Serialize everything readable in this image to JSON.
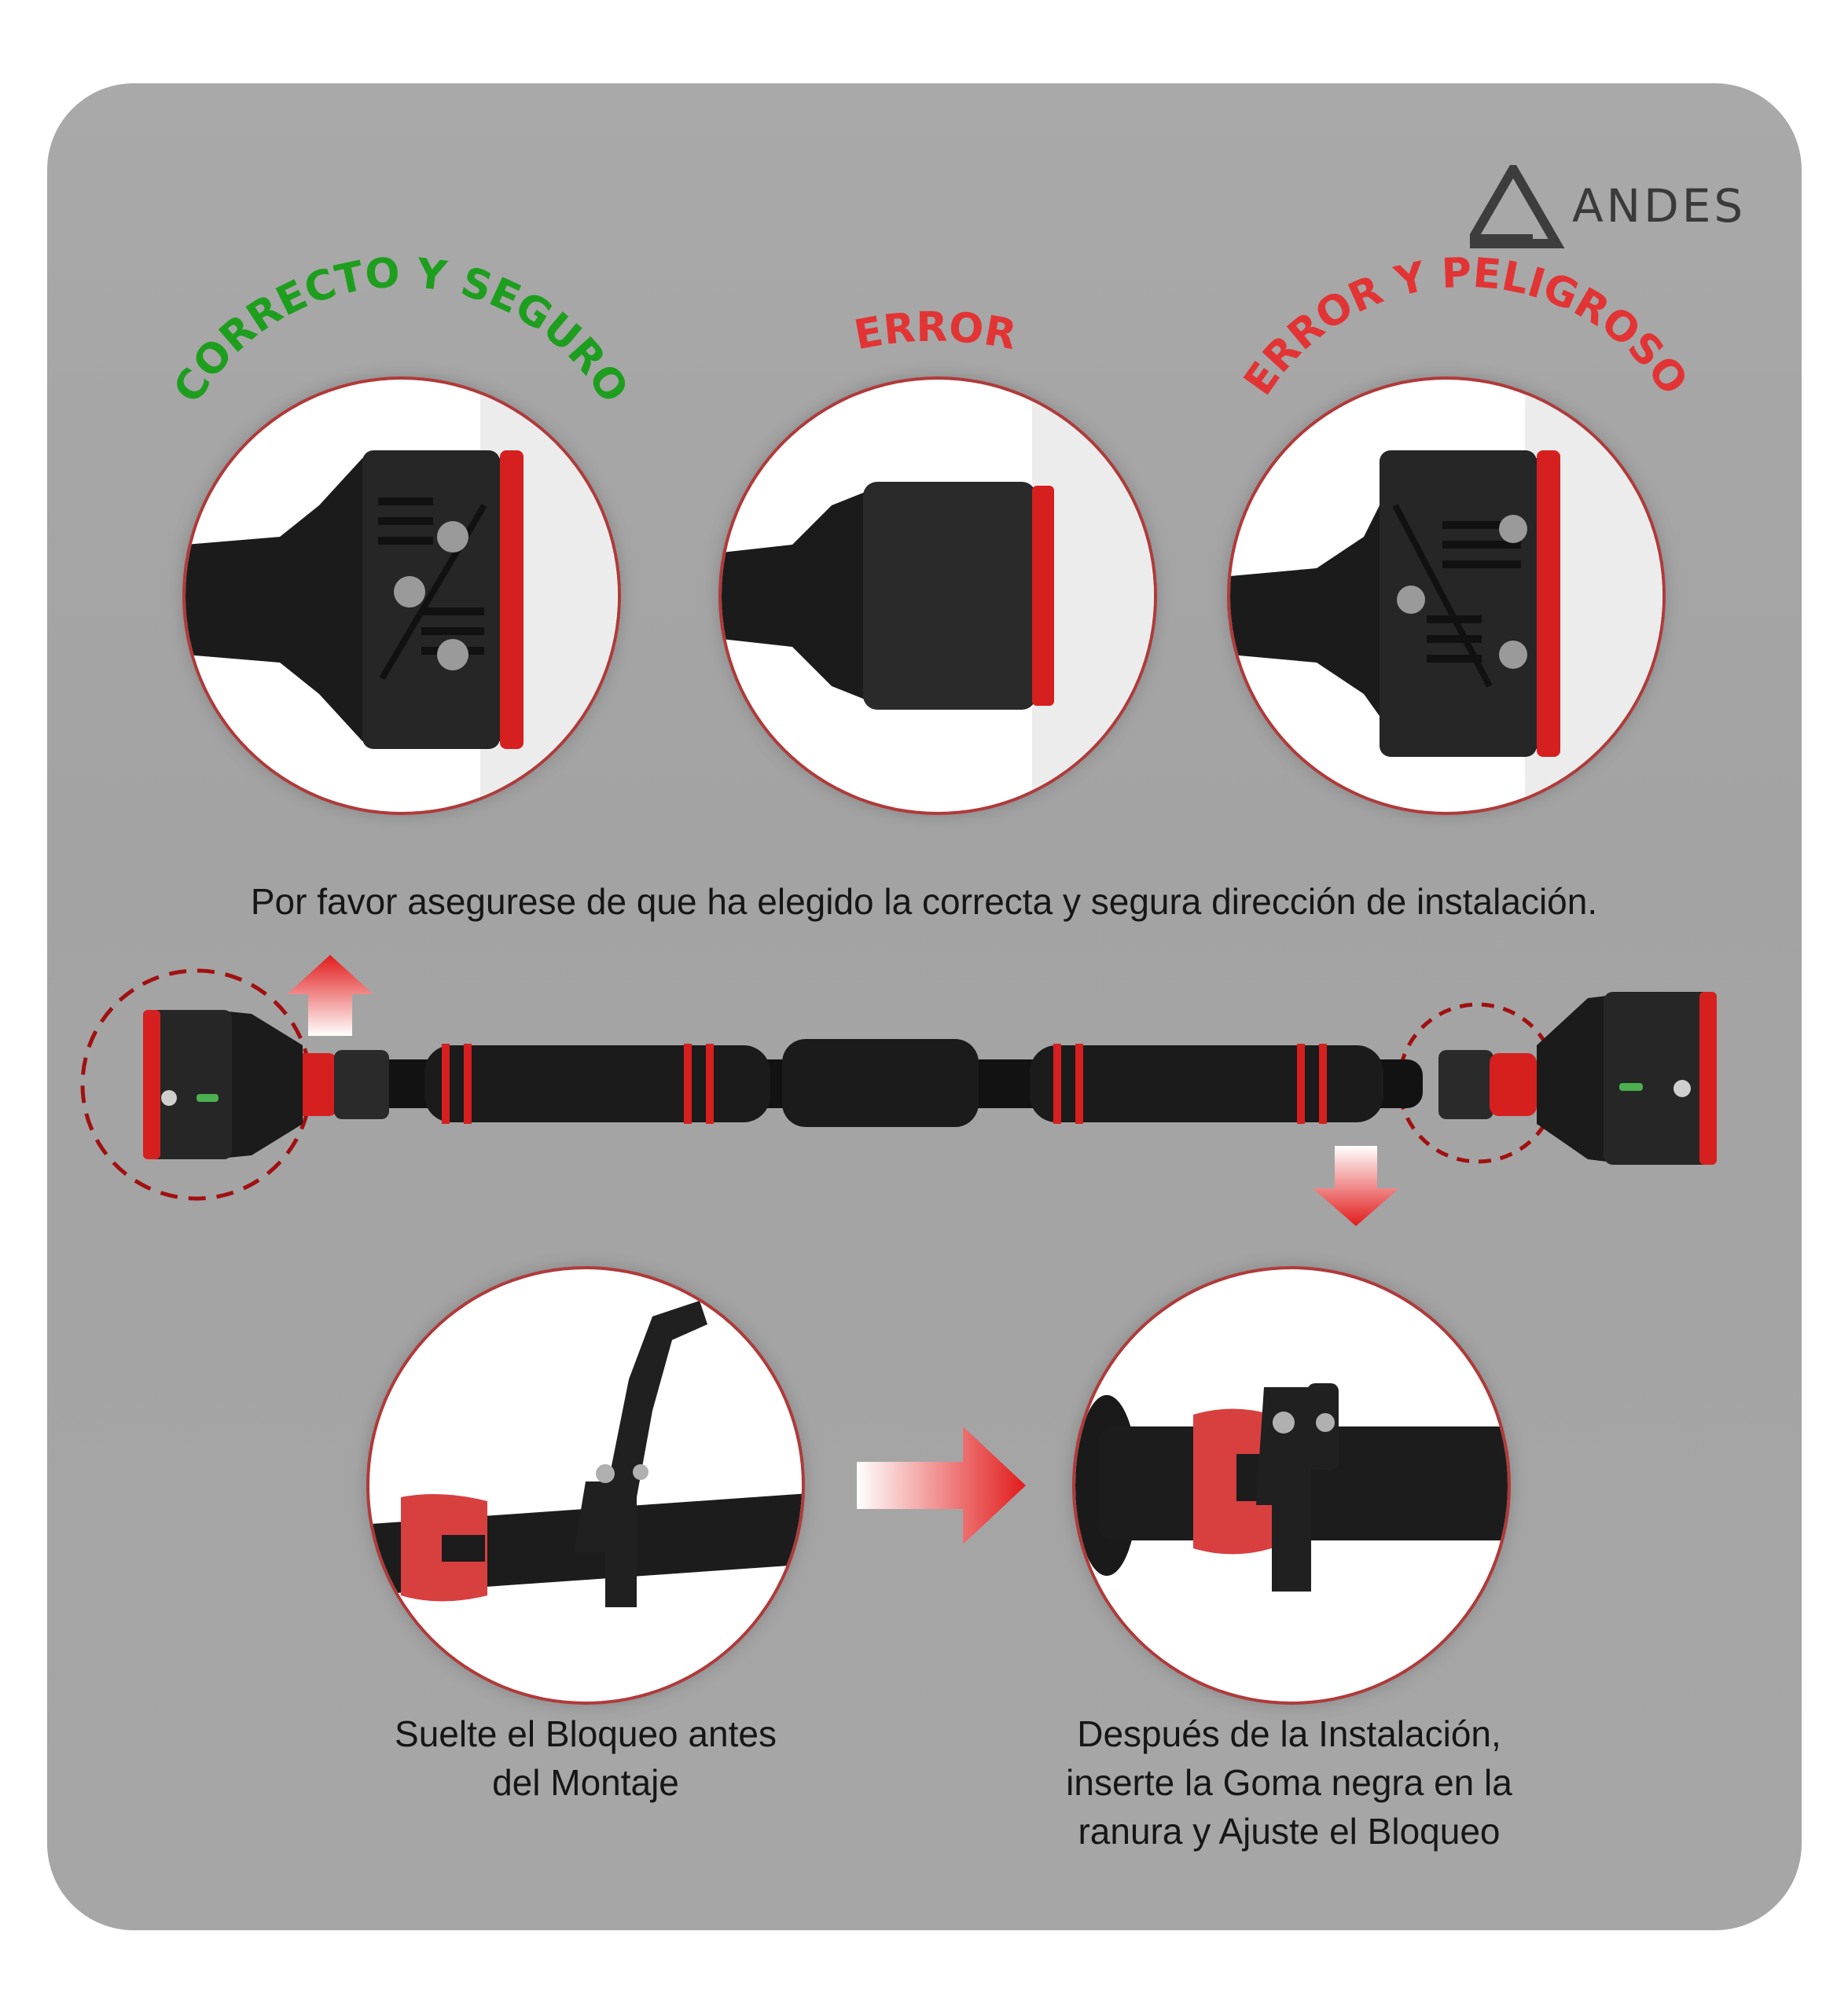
{
  "brand": {
    "name": "ANDES",
    "logo_icon": "triangle-logo-icon"
  },
  "labels": {
    "correct": "CORRECTO Y SEGURO",
    "error": "ERROR",
    "danger": "ERROR Y PELIGROSO"
  },
  "colors": {
    "green": "#1e9e1e",
    "red": "#e23434",
    "panel": "#a7a7a7"
  },
  "instruction": "Por favor asegurese de que ha elegido la correcta y segura dirección de instalación.",
  "captions": {
    "left": [
      "Suelte el Bloqueo antes",
      "del Montaje"
    ],
    "right": [
      "Después de la Instalación,",
      "inserte la Goma negra en la",
      "ranura y Ajuste el Bloqueo"
    ]
  }
}
